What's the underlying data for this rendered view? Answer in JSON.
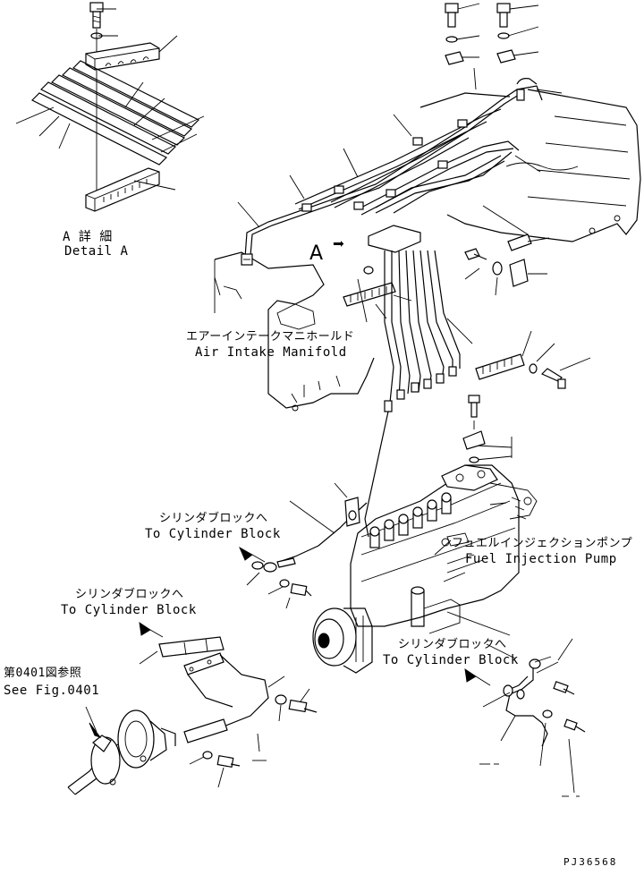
{
  "labels": {
    "detail_a_jp": "A 詳 細",
    "detail_a_en": "Detail A",
    "view_a": "A",
    "intake_jp": "エアーインテークマニホールド",
    "intake_en": "Air Intake Manifold",
    "to_cyl_1_jp": "シリンダブロックへ",
    "to_cyl_1_en": "To Cylinder Block",
    "to_cyl_2_jp": "シリンダブロックへ",
    "to_cyl_2_en": "To Cylinder Block",
    "to_cyl_3_jp": "シリンダブロックへ",
    "to_cyl_3_en": "To Cylinder Block",
    "fuel_pump_jp": "フュエルインジェクションポンプ",
    "fuel_pump_en": "Fuel Injection Pump",
    "see_fig_jp": "第0401図参照",
    "see_fig_en": "See Fig.0401",
    "drawing_id": "PJ36568"
  },
  "icons": {
    "view_arrow": "arrow-right-icon"
  }
}
